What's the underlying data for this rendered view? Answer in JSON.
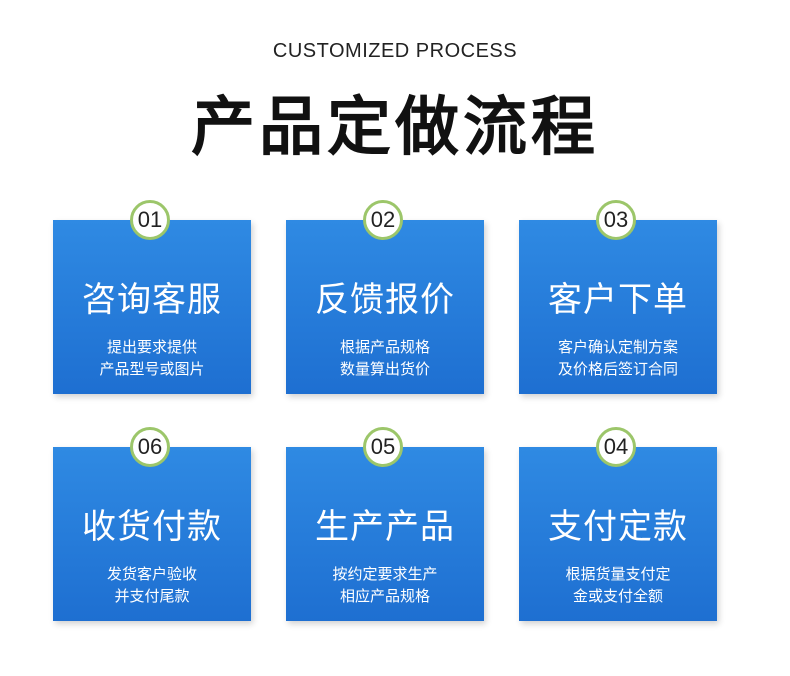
{
  "header": {
    "subtitle": "CUSTOMIZED PROCESS",
    "title": "产品定做流程"
  },
  "steps": [
    {
      "number": "01",
      "title": "咨询客服",
      "line1": "提出要求提供",
      "line2": "产品型号或图片"
    },
    {
      "number": "02",
      "title": "反馈报价",
      "line1": "根据产品规格",
      "line2": "数量算出货价"
    },
    {
      "number": "03",
      "title": "客户下单",
      "line1": "客户确认定制方案",
      "line2": "及价格后签订合同"
    },
    {
      "number": "06",
      "title": "收货付款",
      "line1": "发货客户验收",
      "line2": "并支付尾款"
    },
    {
      "number": "05",
      "title": "生产产品",
      "line1": "按约定要求生产",
      "line2": "相应产品规格"
    },
    {
      "number": "04",
      "title": "支付定款",
      "line1": "根据货量支付定",
      "line2": "金或支付全额"
    }
  ],
  "colors": {
    "card_blue": "#2478d8",
    "badge_border": "#9cc66a",
    "text_dark": "#111111",
    "text_white": "#ffffff"
  }
}
